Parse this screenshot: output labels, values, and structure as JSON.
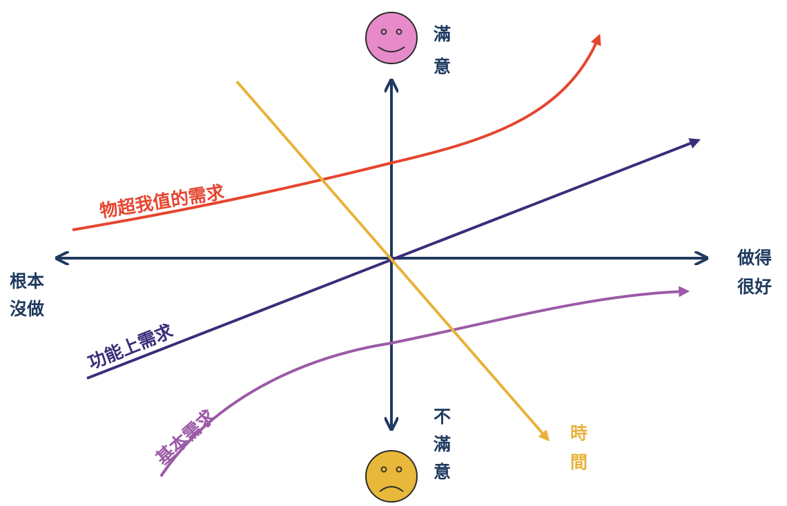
{
  "labels": {
    "top_axis": [
      "滿",
      "意"
    ],
    "bottom_axis": [
      "不",
      "滿",
      "意"
    ],
    "left_axis": [
      "根本",
      "沒做"
    ],
    "right_axis": [
      "做得",
      "很好"
    ],
    "time": [
      "時",
      "間"
    ]
  },
  "curves": {
    "exciting": "物超我值的需求",
    "performance": "功能上需求",
    "basic": "基本需求"
  },
  "icons": {
    "top": "happy-face-icon",
    "bottom": "sad-face-icon"
  },
  "colors": {
    "axis": "#1f3a5f",
    "exciting": "#e5452f",
    "performance": "#3b2d7a",
    "basic": "#9b5aa6",
    "time": "#e8b23a",
    "happy_face": "#e68ac9",
    "sad_face": "#e8b83a",
    "text": "#1f3a5f"
  }
}
